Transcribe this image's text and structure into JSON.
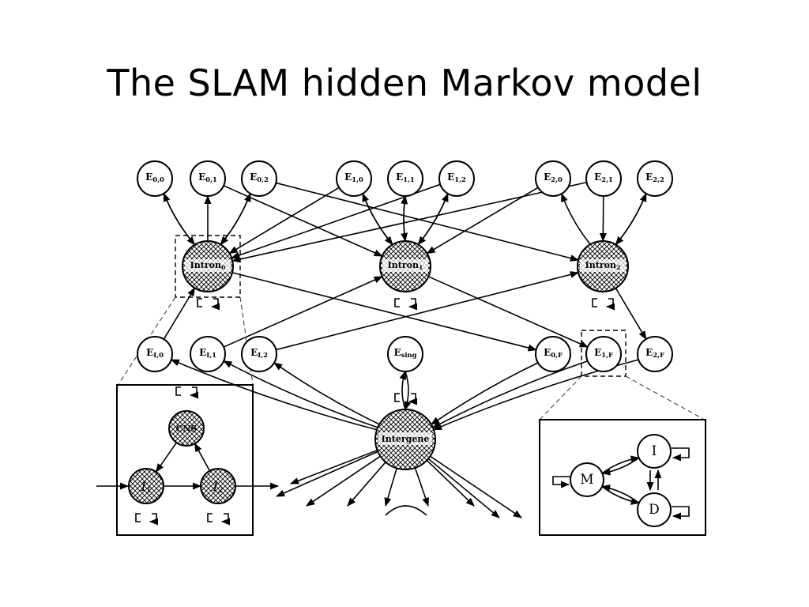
{
  "slide": {
    "title": "The SLAM hidden Markov model"
  },
  "exons_top": [
    {
      "id": "e00",
      "main": "E",
      "sub": "0,0"
    },
    {
      "id": "e01",
      "main": "E",
      "sub": "0,1"
    },
    {
      "id": "e02",
      "main": "E",
      "sub": "0,2"
    },
    {
      "id": "e10",
      "main": "E",
      "sub": "1,0"
    },
    {
      "id": "e11",
      "main": "E",
      "sub": "1,1"
    },
    {
      "id": "e12",
      "main": "E",
      "sub": "1,2"
    },
    {
      "id": "e20",
      "main": "E",
      "sub": "2,0"
    },
    {
      "id": "e21",
      "main": "E",
      "sub": "2,1"
    },
    {
      "id": "e22",
      "main": "E",
      "sub": "2,2"
    }
  ],
  "introns": [
    {
      "id": "i0",
      "main": "Intron",
      "sub": "0"
    },
    {
      "id": "i1",
      "main": "Intron",
      "sub": "1"
    },
    {
      "id": "i2",
      "main": "Intron",
      "sub": "2"
    }
  ],
  "exons_bottom": [
    {
      "id": "ei0",
      "main": "E",
      "sub": "I,0"
    },
    {
      "id": "ei1",
      "main": "E",
      "sub": "I,1"
    },
    {
      "id": "ei2",
      "main": "E",
      "sub": "I,2"
    },
    {
      "id": "esing",
      "main": "E",
      "sub": "sing"
    },
    {
      "id": "e0f",
      "main": "E",
      "sub": "0,F"
    },
    {
      "id": "e1f",
      "main": "E",
      "sub": "1,F"
    },
    {
      "id": "e2f",
      "main": "E",
      "sub": "2,F"
    }
  ],
  "intergene": {
    "label": "Intergene"
  },
  "intron_detail": {
    "cns": "CNS",
    "i1_main": "I",
    "i1_sub": "1",
    "i2_main": "I",
    "i2_sub": "2"
  },
  "exon_detail": {
    "m": "M",
    "i": "I",
    "d": "D"
  }
}
